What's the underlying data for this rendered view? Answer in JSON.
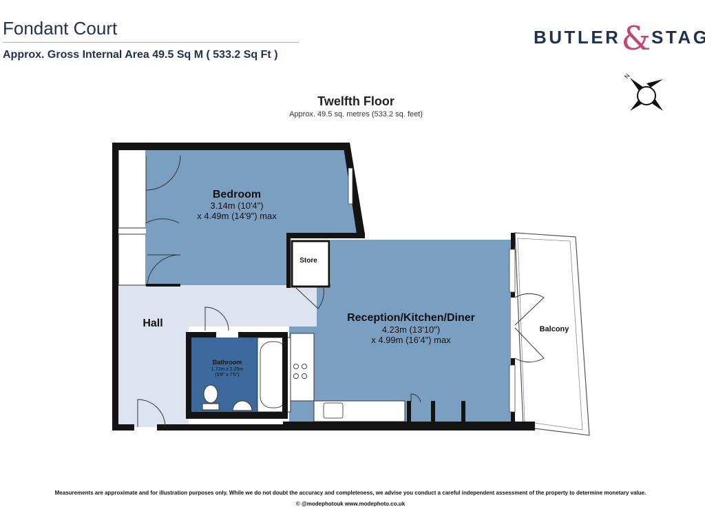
{
  "header": {
    "title": "Fondant Court",
    "area": "Approx. Gross Internal Area 49.5 Sq M ( 533.2 Sq Ft )"
  },
  "brand": {
    "word_left": "BUTLER",
    "ampersand": "&",
    "word_right": "STAG",
    "color_text": "#1f3050",
    "color_accent": "#c0477a"
  },
  "floor": {
    "name": "Twelfth Floor",
    "area": "Approx. 49.5 sq. metres (533.2 sq. feet)"
  },
  "rooms": {
    "bedroom": {
      "name": "Bedroom",
      "dim1": "3.14m (10'4\")",
      "dim2": "x 4.49m (14'9\") max"
    },
    "reception": {
      "name": "Reception/Kitchen/Diner",
      "dim1": "4.23m (13'10\")",
      "dim2": "x 4.99m (16'4\") max"
    },
    "bathroom": {
      "name": "Bathroom",
      "dim1": "1.72m x 2.25m",
      "dim2": "(5'8\" x 7'5\")"
    },
    "hall": {
      "name": "Hall"
    },
    "store": {
      "name": "Store"
    },
    "balcony": {
      "name": "Balcony"
    }
  },
  "compass": {
    "label": "N"
  },
  "colors": {
    "room_fill": "#7b9fc0",
    "bath_fill": "#3c6a9c",
    "hall_fill": "#dde4ef",
    "wall": "#141414"
  },
  "footer": {
    "disclaimer": "Measurements are approximate and for illustration purposes only.  While we do not doubt the accuracy and completeness, we advise you conduct a careful independent assessment of the property to determine monetary value.",
    "credit": "© @modephotouk www.modephoto.co.uk"
  }
}
